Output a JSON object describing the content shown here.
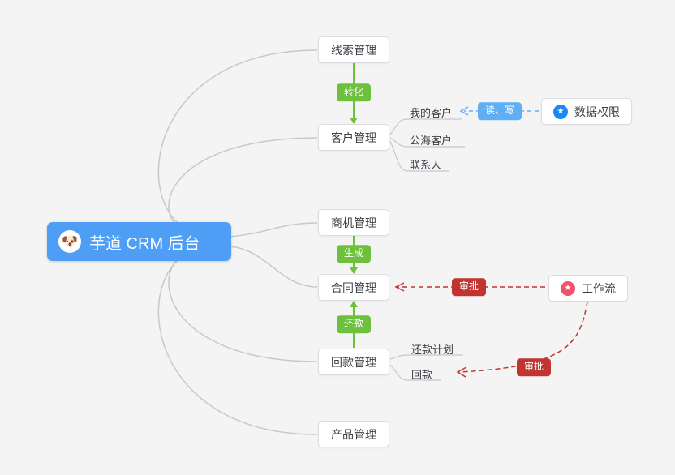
{
  "root": {
    "label": "芋道 CRM 后台",
    "emoji": "🐶"
  },
  "topics": [
    {
      "label": "线索管理"
    },
    {
      "label": "客户管理"
    },
    {
      "label": "商机管理"
    },
    {
      "label": "合同管理"
    },
    {
      "label": "回款管理"
    },
    {
      "label": "产品管理"
    }
  ],
  "children": {
    "customers": [
      {
        "label": "我的客户"
      },
      {
        "label": "公海客户"
      },
      {
        "label": "联系人"
      }
    ],
    "receivables": [
      {
        "label": "还款计划"
      },
      {
        "label": "回款"
      }
    ]
  },
  "edges": {
    "convert": "转化",
    "generate": "生成",
    "repay": "还款",
    "read_write": "读、写",
    "approve": "审批"
  },
  "side_nodes": {
    "data_permission": {
      "label": "数据权限"
    },
    "workflow": {
      "label": "工作流"
    }
  },
  "icons": {
    "star": "★"
  },
  "colors": {
    "background": "#f4f4f5",
    "root_bg": "#4e9ef6",
    "node_border": "#dcdce2",
    "connector_gray": "#c8c8cd",
    "green": "#6ec13d",
    "light_blue": "#60aff5",
    "red": "#c13531",
    "permission_icon": "#1989fa",
    "workflow_icon": "#f0546c"
  }
}
